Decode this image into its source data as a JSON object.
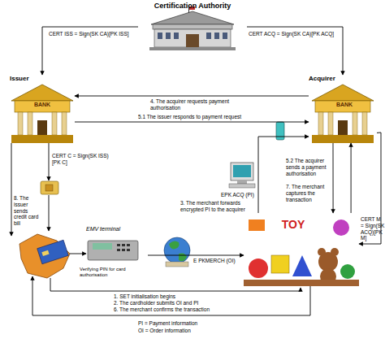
{
  "diagram": {
    "nodes": [
      {
        "text": [
          "Certification Authority"
        ]
      },
      {
        "text": [
          "Issuer",
          "BANK"
        ]
      },
      {
        "text": [
          "Acquirer",
          "BANK"
        ]
      },
      {
        "text": [
          "EMV terminal",
          "Verifying PIN for card authorisation"
        ]
      },
      {
        "text": [
          "TOY"
        ]
      }
    ],
    "edges": [
      {
        "from": 0,
        "to": 1,
        "arrow": "to",
        "label": "CERT ISS = Sign(SK CA)[PK ISS]"
      },
      {
        "from": 0,
        "to": 2,
        "arrow": "to",
        "label": "CERT ACQ = Sign(SK CA)[PK ACQ]"
      },
      {
        "from": 2,
        "to": 1,
        "arrow": "to",
        "label": "4. The acquirer requests payment authorisation"
      },
      {
        "from": 1,
        "to": 2,
        "arrow": "to",
        "label": "5.1 The issuer responds to payment request"
      },
      {
        "from": 2,
        "to": 4,
        "arrow": "to",
        "label": "5.2 The acquirer sends a payment authorisation"
      },
      {
        "from": 4,
        "to": 2,
        "arrow": "to",
        "label": "7. The merchant captures the transaction"
      },
      {
        "from": 4,
        "to": 2,
        "arrow": "to",
        "label": "3. The merchant forwards encrypted PI to the acquirer"
      },
      {
        "from": 2,
        "to": 4,
        "arrow": "to",
        "label": "CERT M = Sign(SK ACQ)[PK M]"
      },
      {
        "from": 3,
        "to": 4,
        "arrow": "to",
        "label": "E PKMERCH (OI)"
      }
    ],
    "labels": [
      "CERT C = Sign(SK ISS)[PK C]",
      "8. The issuer sends credit card bill",
      "EPK ACQ (PI)",
      "1. SET initialisation begins",
      "2. The cardholder submits OI and PI",
      "6. The merchant confirms the transaction",
      "PI = Payment information",
      "OI = Order information"
    ]
  }
}
